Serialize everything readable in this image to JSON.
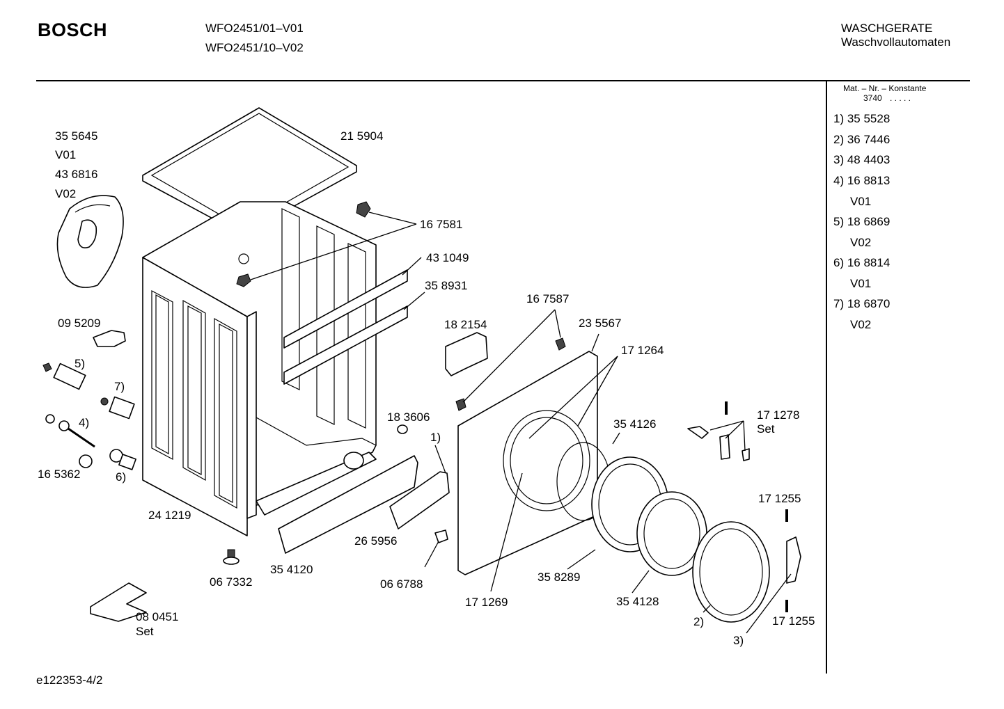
{
  "header": {
    "brand": "BOSCH",
    "model_line1": "WFO2451/01–V01",
    "model_line2": "WFO2451/10–V02",
    "category_line1": "WASCHGERATE",
    "category_line2": "Waschvollautomaten"
  },
  "legend": {
    "title": "Mat. – Nr. – Konstante",
    "constant": "3740",
    "dots": ". . . . .",
    "items": [
      {
        "text": "1) 35 5528"
      },
      {
        "text": "2) 36 7446"
      },
      {
        "text": "3) 48 4403"
      },
      {
        "text": "4) 16 8813"
      },
      {
        "text": "V01"
      },
      {
        "text": "5) 18 6869"
      },
      {
        "text": "V02"
      },
      {
        "text": "6) 16 8814"
      },
      {
        "text": "V01"
      },
      {
        "text": "7) 18 6870"
      },
      {
        "text": "V02"
      }
    ]
  },
  "labels": {
    "p355645": "35 5645",
    "v01a": "V01",
    "p436816": "43 6816",
    "v02a": "V02",
    "p215904": "21 5904",
    "p167581": "16 7581",
    "p431049": "43 1049",
    "p358931": "35 8931",
    "p095209": "09 5209",
    "c5": "5)",
    "c7": "7)",
    "c4": "4)",
    "p165362": "16 5362",
    "c6": "6)",
    "p241219": "24 1219",
    "p167587": "16 7587",
    "p182154": "18 2154",
    "p235567": "23 5567",
    "p171264": "17 1264",
    "p183606": "18 3606",
    "c1": "1)",
    "p354126": "35 4126",
    "p171278": "17 1278",
    "set1": "Set",
    "p171255a": "17 1255",
    "p265956": "26 5956",
    "p067332": "06 7332",
    "p354120": "35 4120",
    "p066788": "06 6788",
    "p358289": "35 8289",
    "p171269": "17 1269",
    "p354128": "35 4128",
    "c2": "2)",
    "c3": "3)",
    "p171255b": "17 1255",
    "p080451": "08 0451",
    "set2": "Set"
  },
  "footer": {
    "doc_id": "e122353-4/2"
  }
}
